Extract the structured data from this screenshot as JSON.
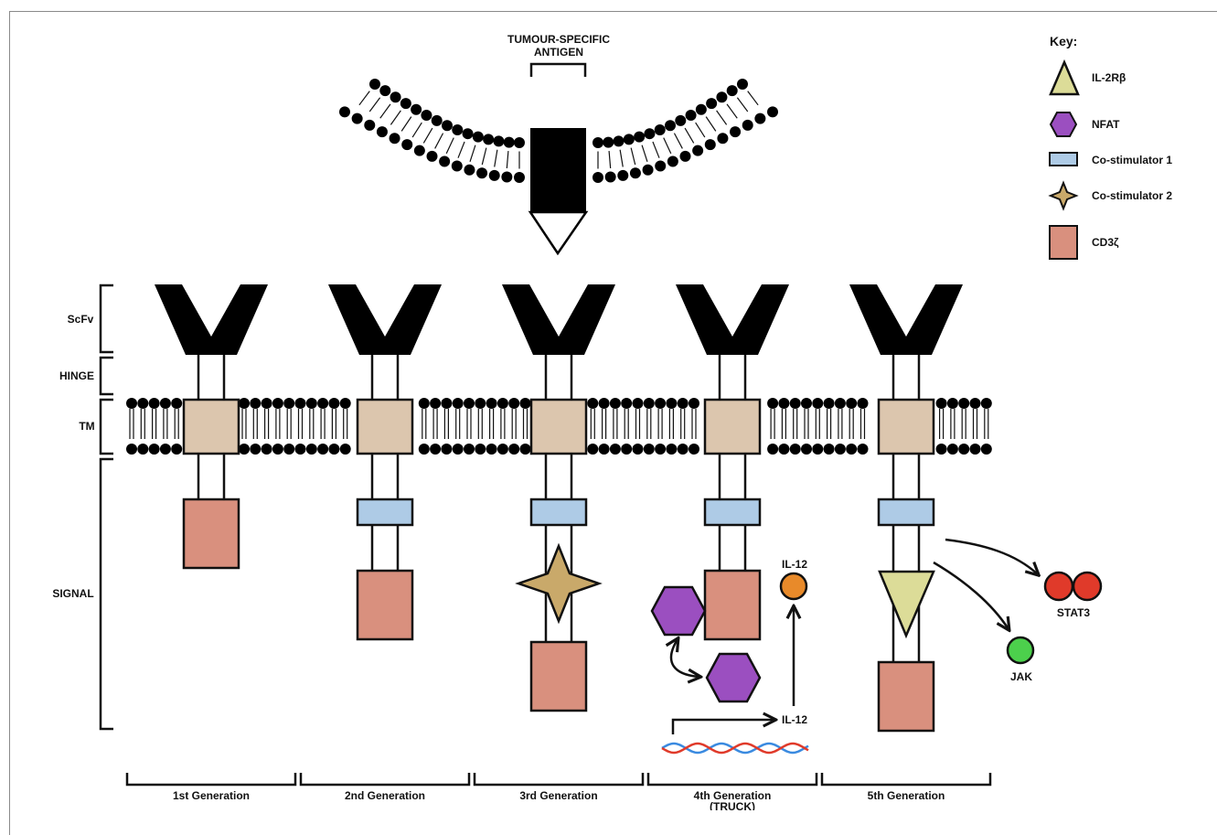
{
  "antigen": {
    "line1": "TUMOUR-SPECIFIC",
    "line2": "ANTIGEN"
  },
  "key": {
    "title": "Key:",
    "items": [
      {
        "label": "IL-2Rβ",
        "shape": "triangle",
        "color": "#dcdc98"
      },
      {
        "label": "NFAT",
        "shape": "hexagon",
        "color": "#9b4fc0"
      },
      {
        "label": "Co-stimulator 1",
        "shape": "rect",
        "color": "#aecbe6"
      },
      {
        "label": "Co-stimulator 2",
        "shape": "star",
        "color": "#c9a96a"
      },
      {
        "label": "CD3ζ",
        "shape": "square",
        "color": "#d9907e"
      }
    ]
  },
  "regions": {
    "scfv": "ScFv",
    "hinge": "HINGE",
    "tm": "TM",
    "signal": "SIGNAL"
  },
  "generations": [
    {
      "label": "1st Generation",
      "sub": ""
    },
    {
      "label": "2nd Generation",
      "sub": ""
    },
    {
      "label": "3rd Generation",
      "sub": ""
    },
    {
      "label": "4th Generation",
      "sub": "(TRUCK)"
    },
    {
      "label": "5th Generation",
      "sub": ""
    }
  ],
  "truck": {
    "il12_top": "IL-12",
    "il12_gene": "IL-12"
  },
  "fifth": {
    "stat3": "STAT3",
    "jak": "JAK"
  },
  "colors": {
    "tm_box": "#dcc6ae",
    "cd3z": "#d9907e",
    "costim1": "#aecbe6",
    "costim2": "#c9a96a",
    "nfat": "#9b4fc0",
    "il2rb": "#dcdc98",
    "il12": "#e88a2a",
    "stat3": "#e03a2a",
    "jak": "#4cd04c",
    "dna_red": "#e03a2a",
    "dna_blue": "#3a8ae0"
  }
}
